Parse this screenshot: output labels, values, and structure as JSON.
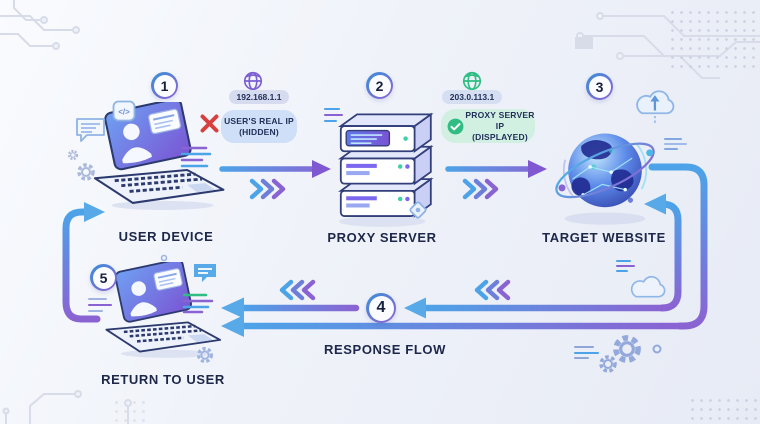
{
  "steps": [
    {
      "number": "1",
      "label": "USER DEVICE"
    },
    {
      "number": "2",
      "label": "PROXY SERVER"
    },
    {
      "number": "3",
      "label": "TARGET WEBSITE"
    },
    {
      "number": "4",
      "label": "RESPONSE FLOW"
    },
    {
      "number": "5",
      "label": "RETURN TO USER"
    }
  ],
  "callouts": {
    "user": {
      "ip": "192.168.1.1",
      "note_line1": "USER'S REAL IP",
      "note_line2": "(HIDDEN)"
    },
    "proxy": {
      "ip": "203.0.113.1",
      "note_line1": "PROXY SERVER IP",
      "note_line2": "(DISPLAYED)"
    }
  },
  "icons": {
    "user_ip_globe": "globe-wireframe-purple",
    "proxy_ip_globe": "globe-wireframe-green",
    "user_ip_status": "red-x-mark",
    "proxy_ip_status": "green-check-mark",
    "code_bubble_glyph": "</>"
  },
  "colors": {
    "flow_blue": "#4da3e8",
    "flow_purple": "#8a63d2",
    "success_green": "#2fbd83",
    "error_red": "#d8403f",
    "label_navy": "#1d2749"
  }
}
